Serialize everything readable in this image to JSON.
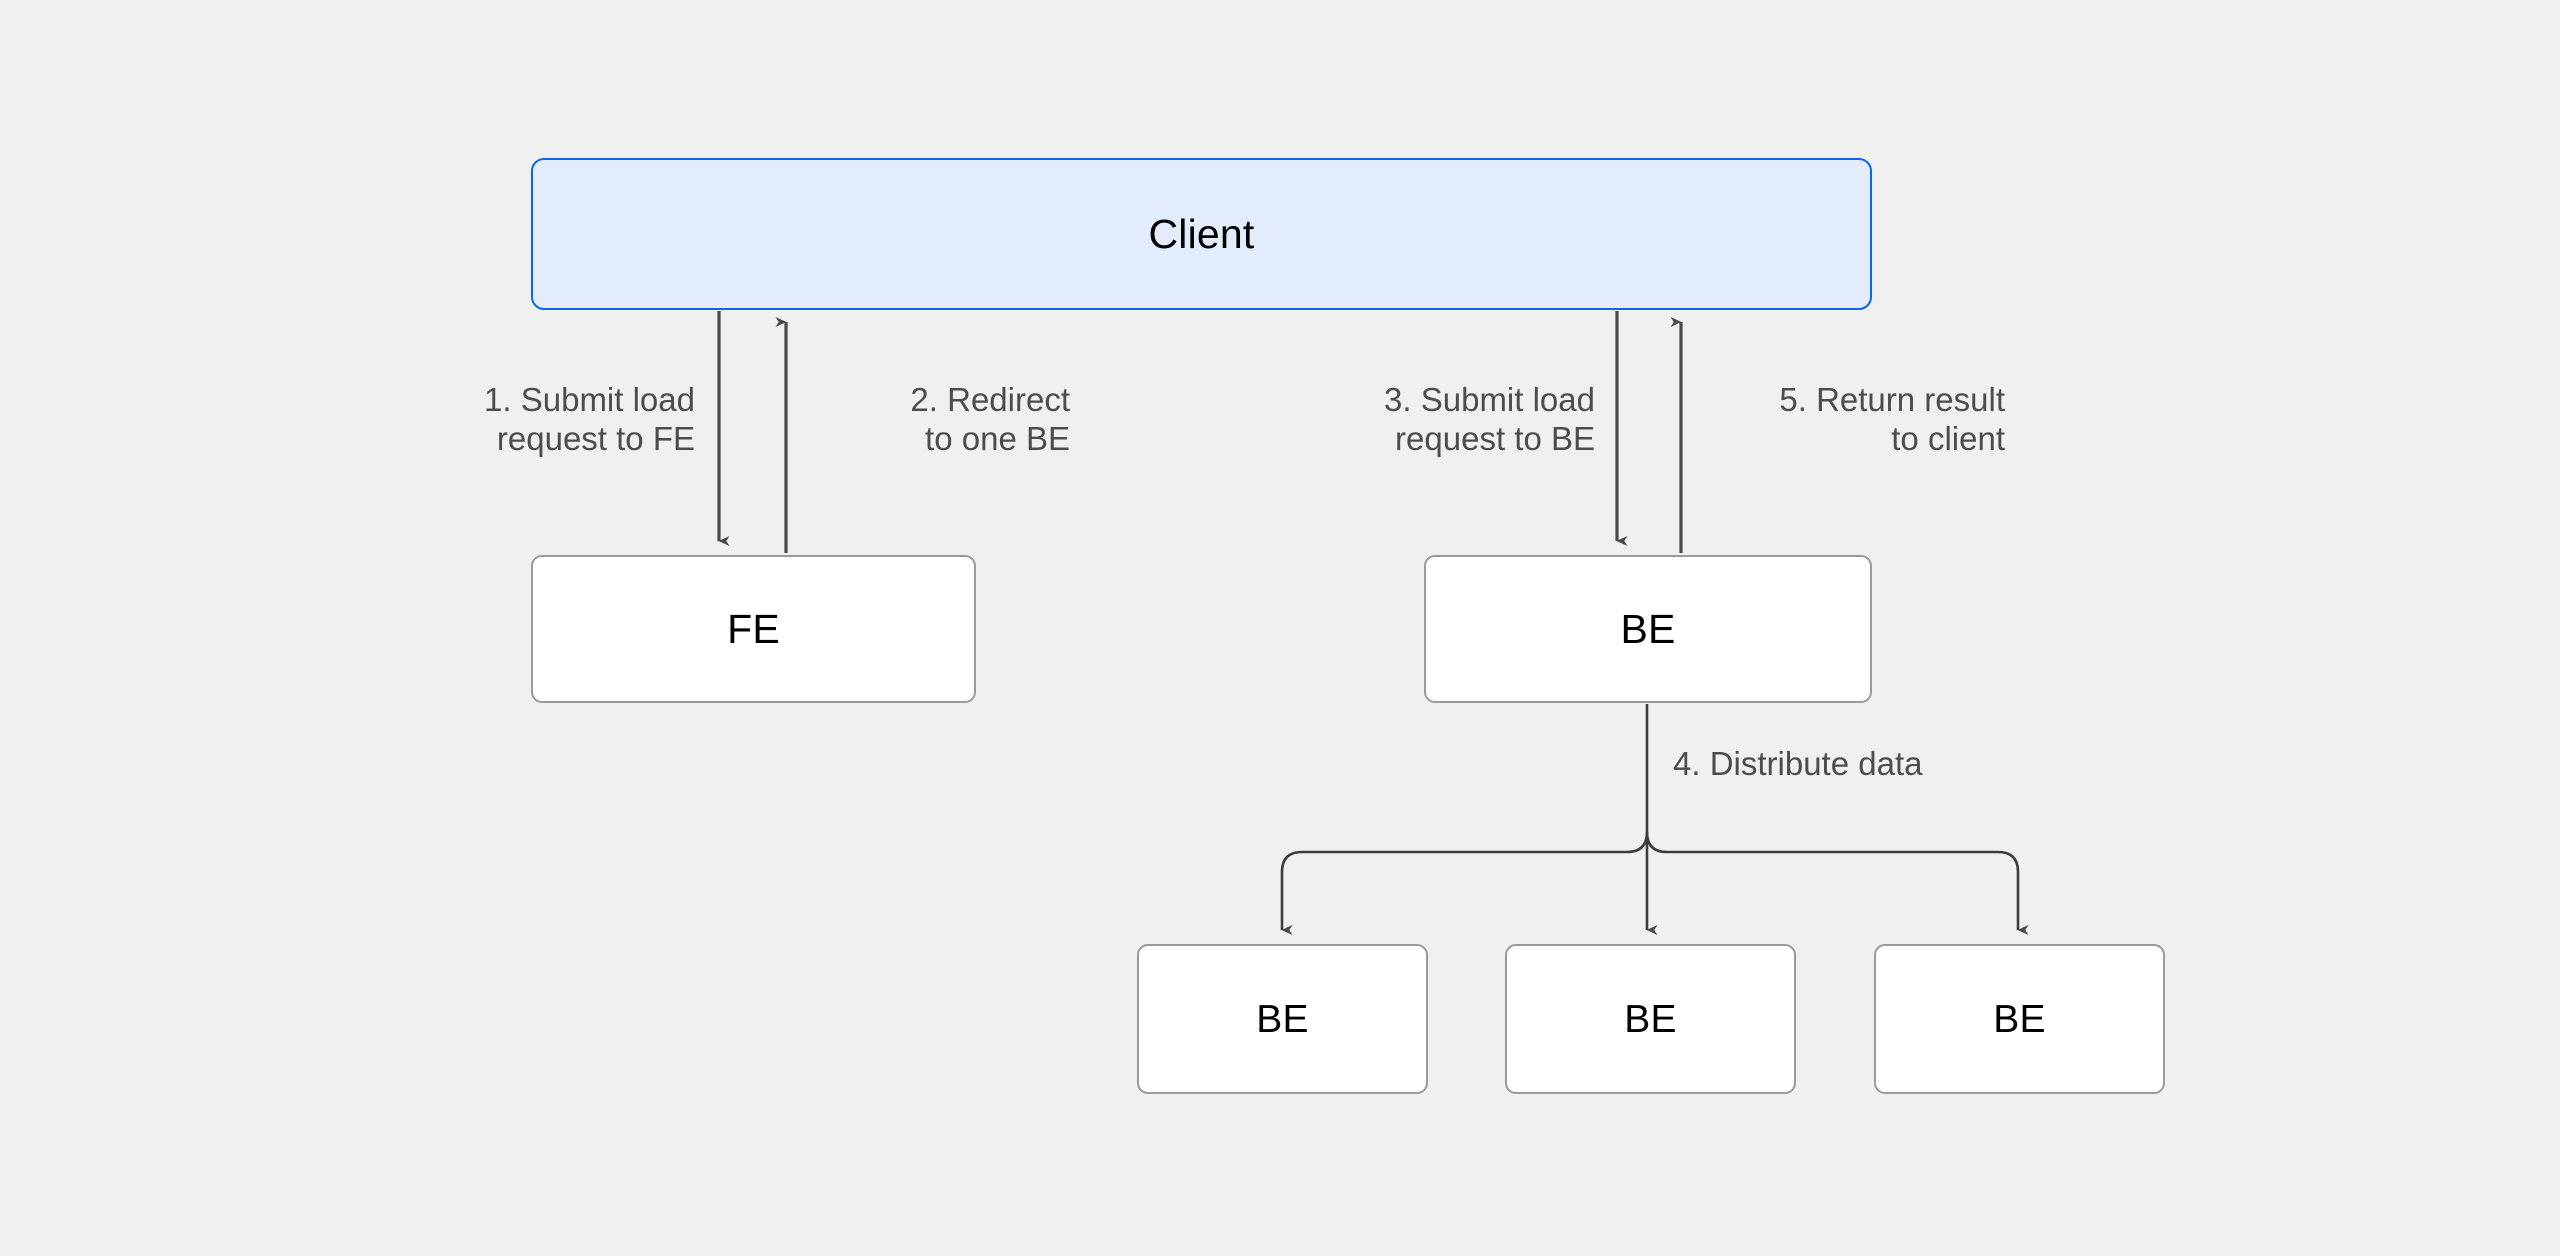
{
  "diagram": {
    "title": "Client / FE / BE request flow",
    "background_color": "#f0f0f0",
    "edge_color": "#4a4a4a",
    "node_border_color": "#9a9a9a",
    "accent_color": "#0b67e8",
    "accent_fill": "#e2ecfb",
    "nodes": {
      "client": {
        "label": "Client"
      },
      "fe": {
        "label": "FE"
      },
      "be_main": {
        "label": "BE"
      },
      "be_leaf_1": {
        "label": "BE"
      },
      "be_leaf_2": {
        "label": "BE"
      },
      "be_leaf_3": {
        "label": "BE"
      }
    },
    "edges": [
      {
        "id": "step1",
        "label": "1. Submit load\nrequest to FE",
        "from": "client",
        "to": "fe"
      },
      {
        "id": "step2",
        "label": "2. Redirect\nto one BE",
        "from": "fe",
        "to": "client"
      },
      {
        "id": "step3",
        "label": "3. Submit load\nrequest to BE",
        "from": "client",
        "to": "be_main"
      },
      {
        "id": "step4",
        "label": "4. Distribute data",
        "from": "be_main",
        "to": "be_leaf_1, be_leaf_2, be_leaf_3"
      },
      {
        "id": "step5",
        "label": "5. Return result\nto client",
        "from": "be_main",
        "to": "client"
      }
    ]
  }
}
